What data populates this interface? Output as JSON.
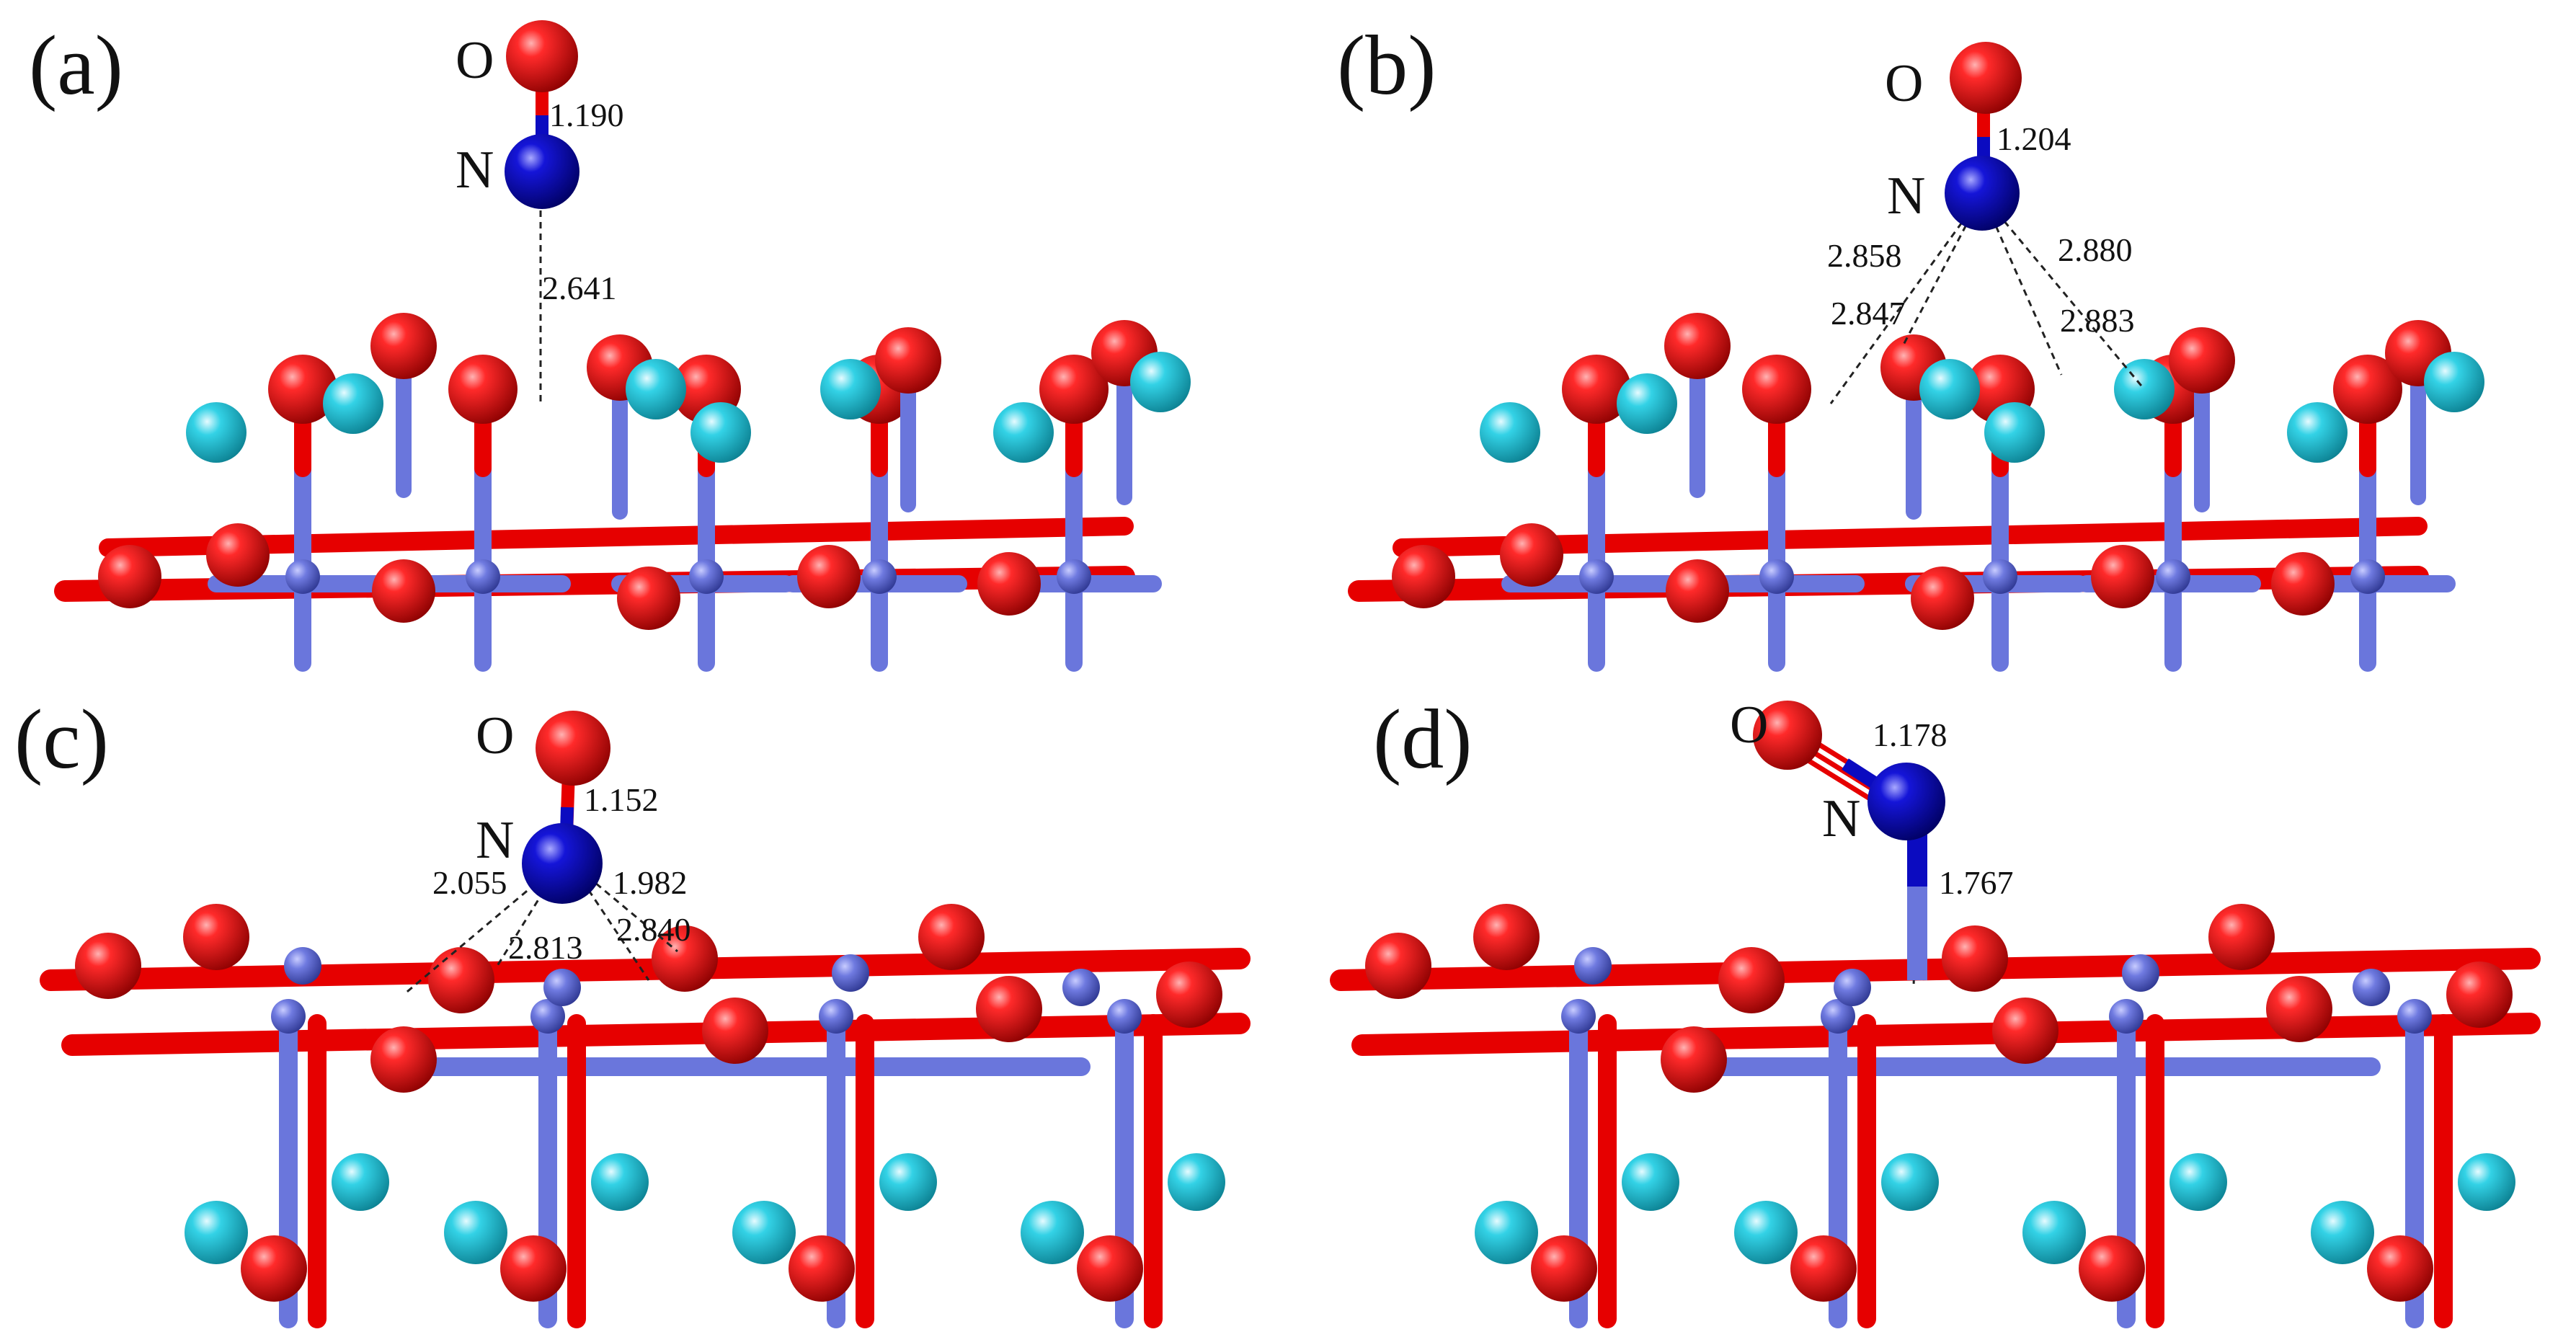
{
  "colors": {
    "oxygen": "#e60000",
    "nitrogen": "#0b0bc0",
    "metal": "#6a76dc",
    "cyan_atom": "#25c9de",
    "background": "#ffffff",
    "dash_line": "#222222"
  },
  "panels": [
    {
      "id": "a",
      "label": "(a)",
      "atom_O": "O",
      "atom_N": "N",
      "distances": [
        "1.190",
        "2.641"
      ]
    },
    {
      "id": "b",
      "label": "(b)",
      "atom_O": "O",
      "atom_N": "N",
      "distances": [
        "1.204",
        "2.858",
        "2.847",
        "2.880",
        "2.883"
      ]
    },
    {
      "id": "c",
      "label": "(c)",
      "atom_O": "O",
      "atom_N": "N",
      "distances": [
        "1.152",
        "2.055",
        "2.813",
        "1.982",
        "2.840"
      ]
    },
    {
      "id": "d",
      "label": "(d)",
      "atom_O": "O",
      "atom_N": "N",
      "distances": [
        "1.178",
        "1.767"
      ]
    }
  ]
}
